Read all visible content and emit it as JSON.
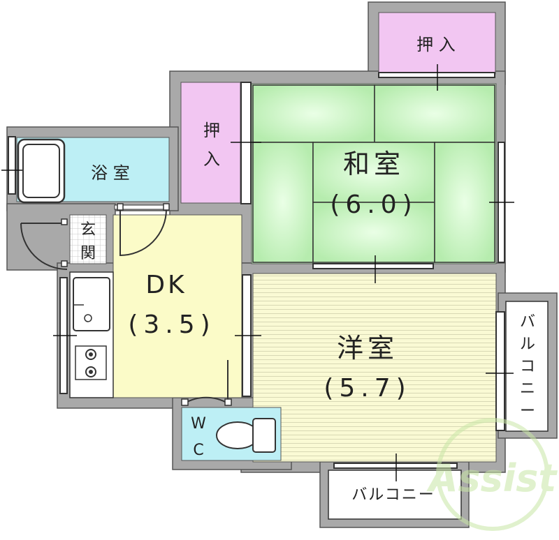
{
  "rooms": {
    "washitsu": {
      "name": "和室",
      "size": "(6.0)"
    },
    "youshitsu": {
      "name": "洋室",
      "size": "(5.7)"
    },
    "dk": {
      "name": "DK",
      "size": "(3.5)"
    },
    "oshiire_left": {
      "char1": "押",
      "char2": "入"
    },
    "oshiire_top": {
      "label": "押 入"
    },
    "bathroom": {
      "label": "浴 室"
    },
    "entrance": {
      "char1": "玄",
      "char2": "関"
    },
    "wc": {
      "char1": "W",
      "char2": "C"
    },
    "balcony_right": {
      "c1": "バ",
      "c2": "ル",
      "c3": "コ",
      "c4": "ニ",
      "c5": "ー"
    },
    "balcony_bottom": {
      "label": "バルコニー"
    }
  },
  "watermark": {
    "text": "Assist"
  },
  "colors": {
    "wall": "#a9a9a9",
    "tatami": "#c9f3c4",
    "oshiire": "#f2c6f2",
    "bath": "#bdeff5",
    "dk_floor": "#fbfbc8",
    "flooring": "#f9f9d2",
    "watermark": "#c8e6a6"
  }
}
